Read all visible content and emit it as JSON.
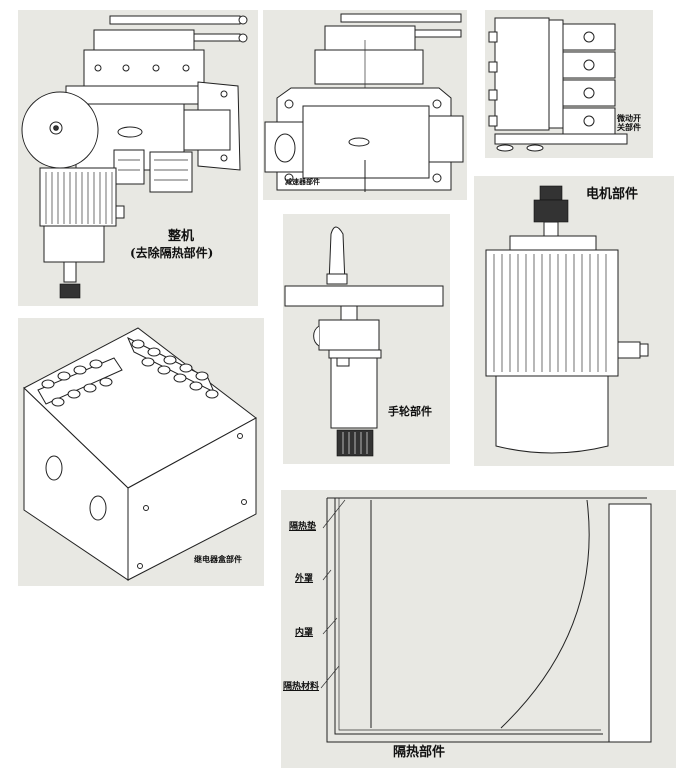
{
  "panels": {
    "whole_machine": {
      "title": "整机",
      "subtitle": "(去除隔热部件)"
    },
    "reducer": {
      "label": "减速器部件"
    },
    "micro_switch": {
      "label": "微动开关部件"
    },
    "motor": {
      "label": "电机部件"
    },
    "handwheel": {
      "label": "手轮部件"
    },
    "relay_box": {
      "label": "继电器盒部件"
    },
    "insulation": {
      "label": "隔热部件",
      "callouts": {
        "pad": "隔热垫",
        "outer_cover": "外罩",
        "inner_cover": "内罩",
        "material": "隔热材料"
      }
    }
  }
}
